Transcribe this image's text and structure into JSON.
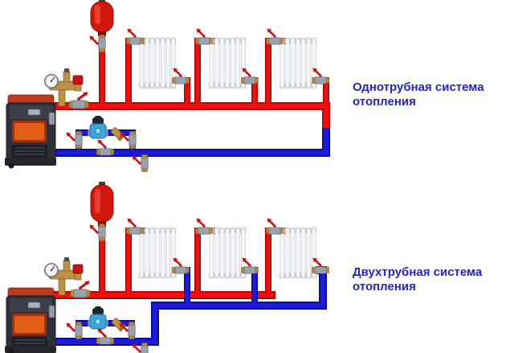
{
  "colors": {
    "supply_pipe": "#ee1010",
    "return_pipe": "#1b1bd8",
    "caption_text": "#2424cf",
    "background": "#ffffff"
  },
  "diagrams": [
    {
      "id": "one-pipe",
      "caption": "Однотрубная система отопления",
      "radiator_count": 3,
      "components": [
        "boiler",
        "expansion-tank",
        "safety-group",
        "pressure-gauge",
        "air-vent",
        "safety-valve",
        "ball-valve",
        "radiator-valves",
        "circulation-pump",
        "filter",
        "drain-valve"
      ]
    },
    {
      "id": "two-pipe",
      "caption": "Двухтрубная система отопления",
      "radiator_count": 3,
      "components": [
        "boiler",
        "expansion-tank",
        "safety-group",
        "pressure-gauge",
        "air-vent",
        "safety-valve",
        "ball-valve",
        "radiator-valves",
        "circulation-pump",
        "filter",
        "drain-valve"
      ]
    }
  ]
}
